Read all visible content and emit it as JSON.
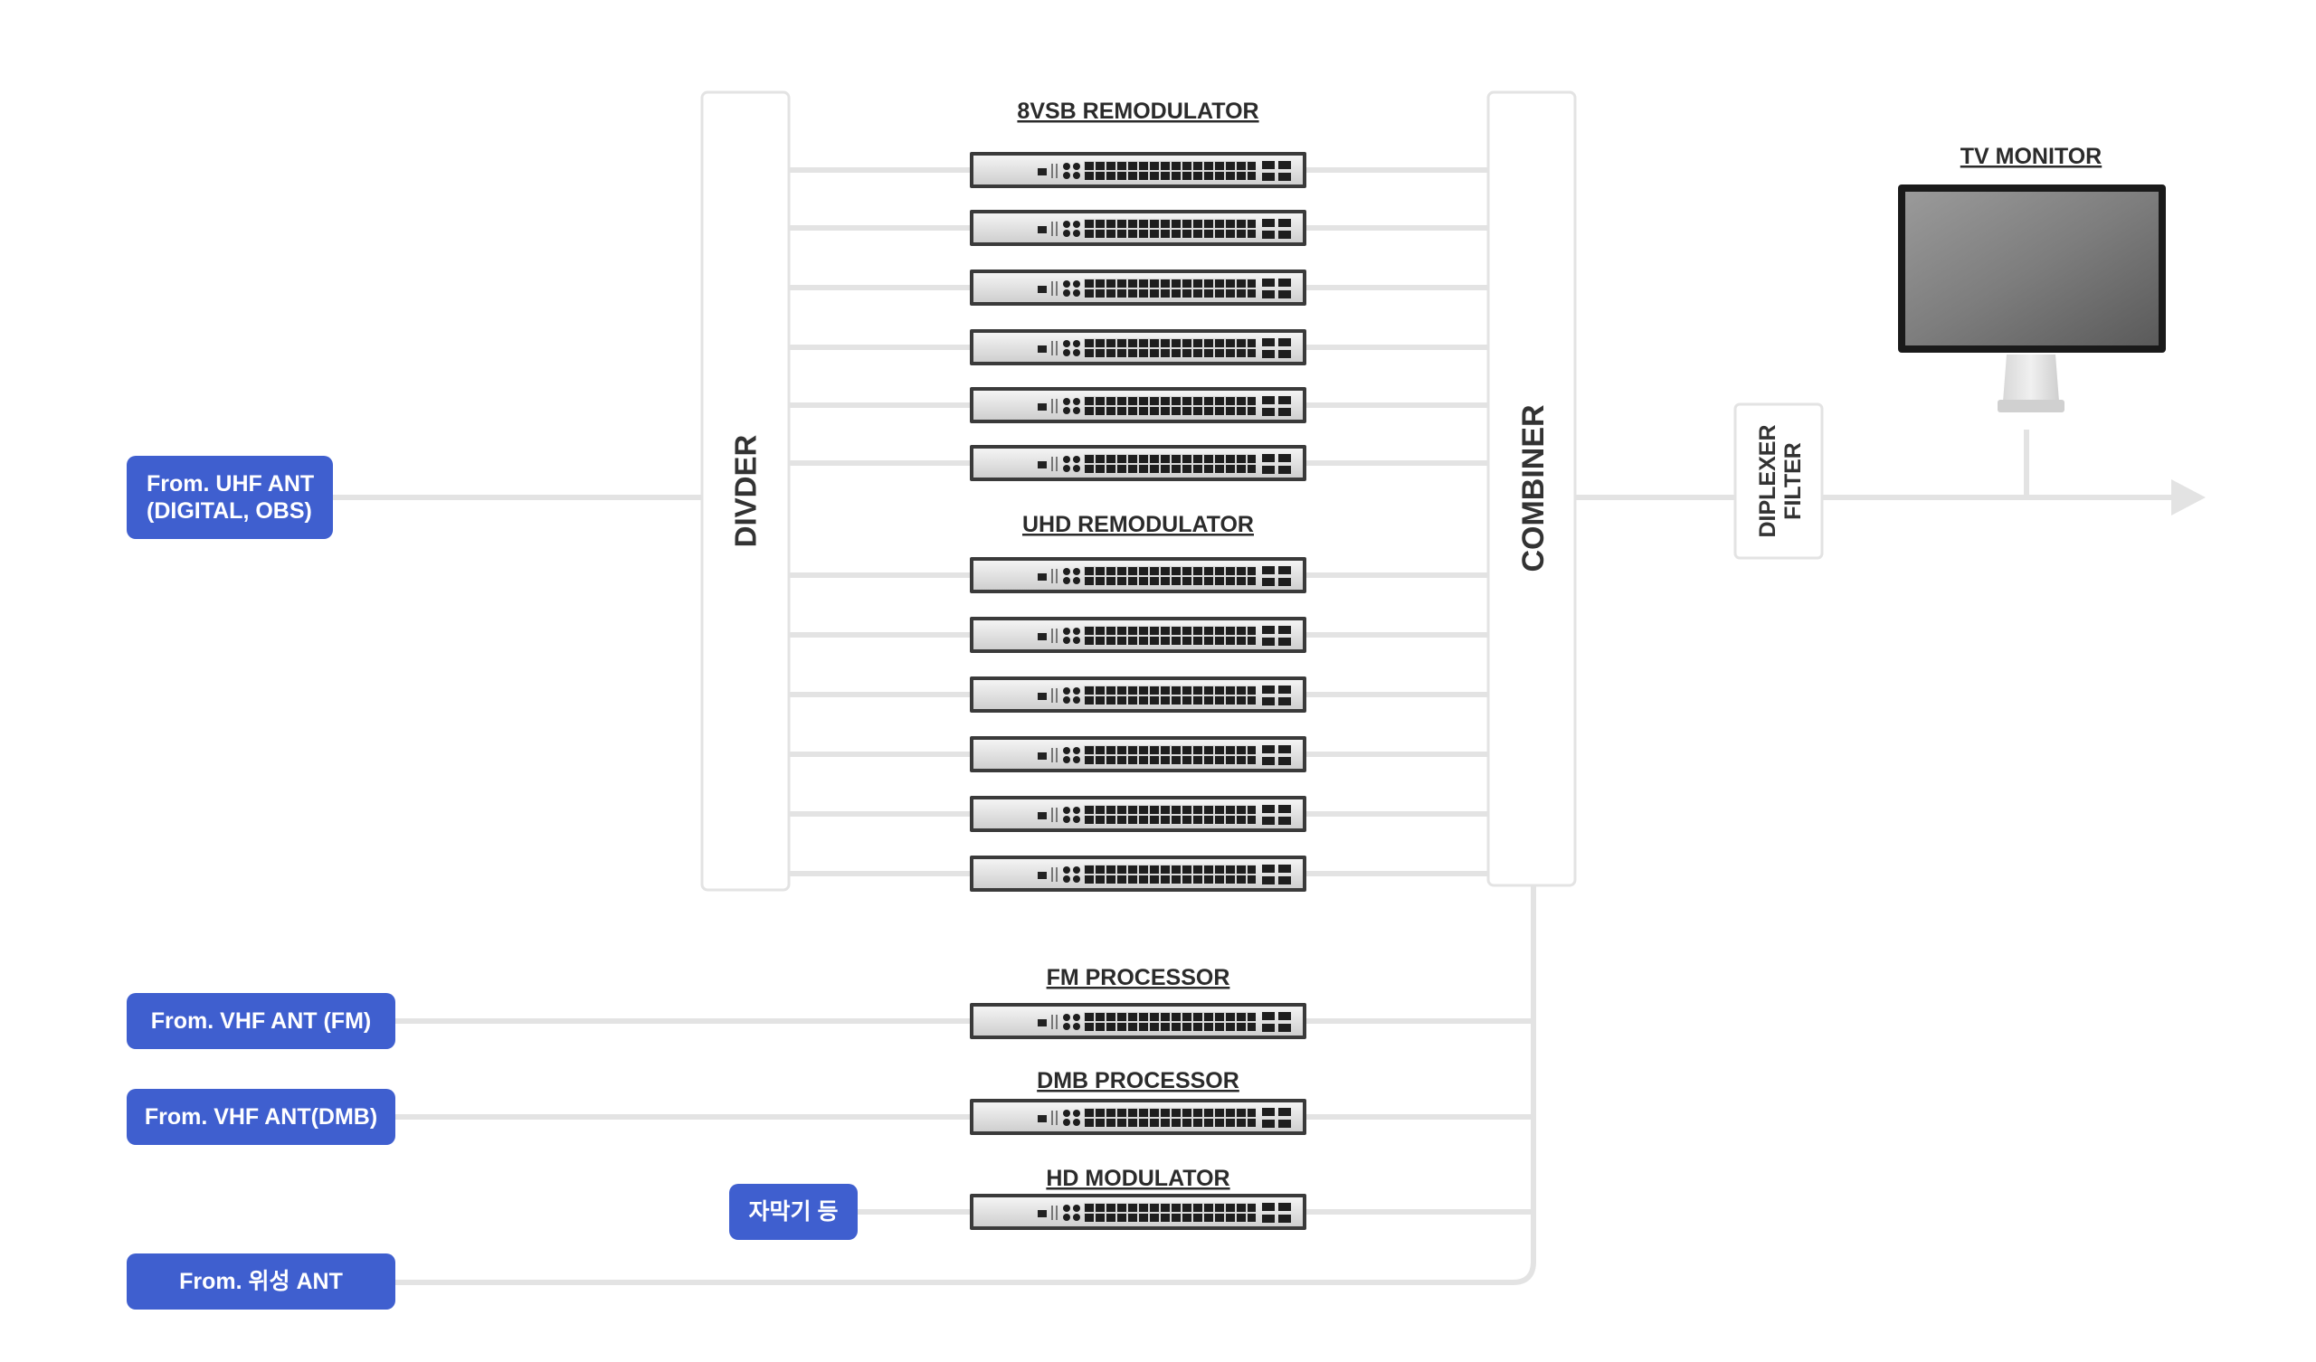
{
  "colors": {
    "source_button": "#3f5fcf",
    "line": "#e3e3e3",
    "device_body": "#3a3a3a",
    "text": "#2b2b2b"
  },
  "sources": {
    "uhf": "From. UHF ANT\n(DIGITAL, OBS)",
    "vhf_fm": "From. VHF ANT (FM)",
    "vhf_dmb": "From. VHF ANT(DMB)",
    "satellite": "From. 위성 ANT",
    "caption": "자막기 등"
  },
  "blocks": {
    "divider": "DIVDER",
    "combiner": "COMBINER",
    "diplexer_line1": "DIPLEXER",
    "diplexer_line2": "FILTER"
  },
  "groups": {
    "vsb8": {
      "label": "8VSB REMODULATOR",
      "count": 6
    },
    "uhd": {
      "label": "UHD REMODULATOR",
      "count": 6
    },
    "fm": {
      "label": "FM PROCESSOR"
    },
    "dmb": {
      "label": "DMB PROCESSOR"
    },
    "hd": {
      "label": "HD MODULATOR"
    }
  },
  "monitor": {
    "label": "TV MONITOR"
  },
  "icons": {
    "device": "rack-switch-icon",
    "monitor": "tv-monitor-icon",
    "arrow": "output-arrow-icon"
  }
}
